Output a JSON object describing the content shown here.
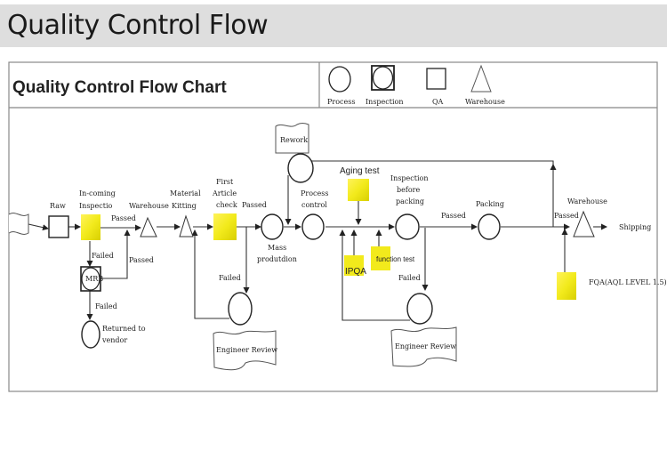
{
  "page": {
    "title": "Quality Control Flow"
  },
  "chart": {
    "title": "Quality Control Flow Chart",
    "legend": [
      {
        "symbol": "circle",
        "label": "Process"
      },
      {
        "symbol": "circle-in-square",
        "label": "Inspection"
      },
      {
        "symbol": "square",
        "label": "QA"
      },
      {
        "symbol": "triangle",
        "label": "Warehouse"
      }
    ],
    "nodes": {
      "raw": "Raw",
      "incoming_1": "In-coming",
      "incoming_2": "Inspectio",
      "warehouse_1": "Warehouse",
      "material_1": "Material",
      "material_2": "Kitting",
      "first_1": "First",
      "first_2": "Article",
      "first_3": "check",
      "mass_1": "Mass",
      "mass_2": "produtdion",
      "process_1": "Process",
      "process_2": "control",
      "rework": "Rework",
      "aging": "Aging test",
      "inspect_1": "Inspection",
      "inspect_2": "before",
      "inspect_3": "packing",
      "packing": "Packing",
      "warehouse_2": "Warehouse",
      "shipping": "Shipping",
      "mrb": "MRB",
      "returned_1": "Returned to",
      "returned_2": "vendor",
      "engineer_1": "Engineer Review",
      "engineer_2": "Engineer Review",
      "ipqa": "IPQA",
      "function_test": "function test",
      "fqa": "FQA(AQL LEVEL 1.5)"
    },
    "edges": {
      "passed_1": "Passed",
      "passed_2": "Passed",
      "passed_3": "Passed",
      "passed_4": "Passed",
      "passed_5": "Passed",
      "failed_1": "Failed",
      "failed_2": "Failed",
      "failed_3": "Failed",
      "failed_4": "Failed"
    },
    "colors": {
      "qa_fill": "#f2ea1c",
      "line": "#333333",
      "frame": "#888888"
    }
  }
}
